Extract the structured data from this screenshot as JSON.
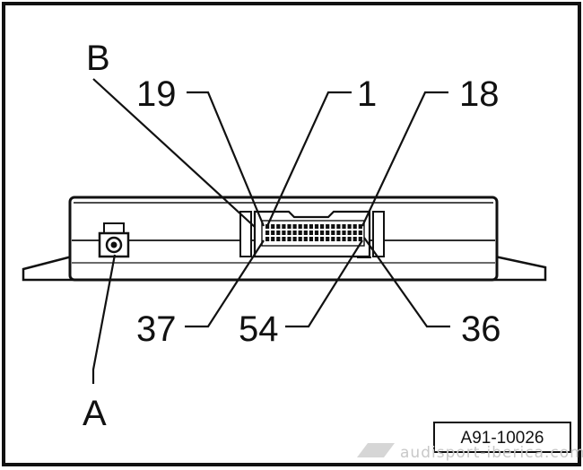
{
  "diagram": {
    "callouts": {
      "B": "B",
      "pin19": "19",
      "pin1": "1",
      "pin18": "18",
      "pin37": "37",
      "pin54": "54",
      "pin36": "36",
      "A": "A"
    },
    "reference_number": "A91-10026",
    "watermark": "audisport-iberica.com"
  }
}
